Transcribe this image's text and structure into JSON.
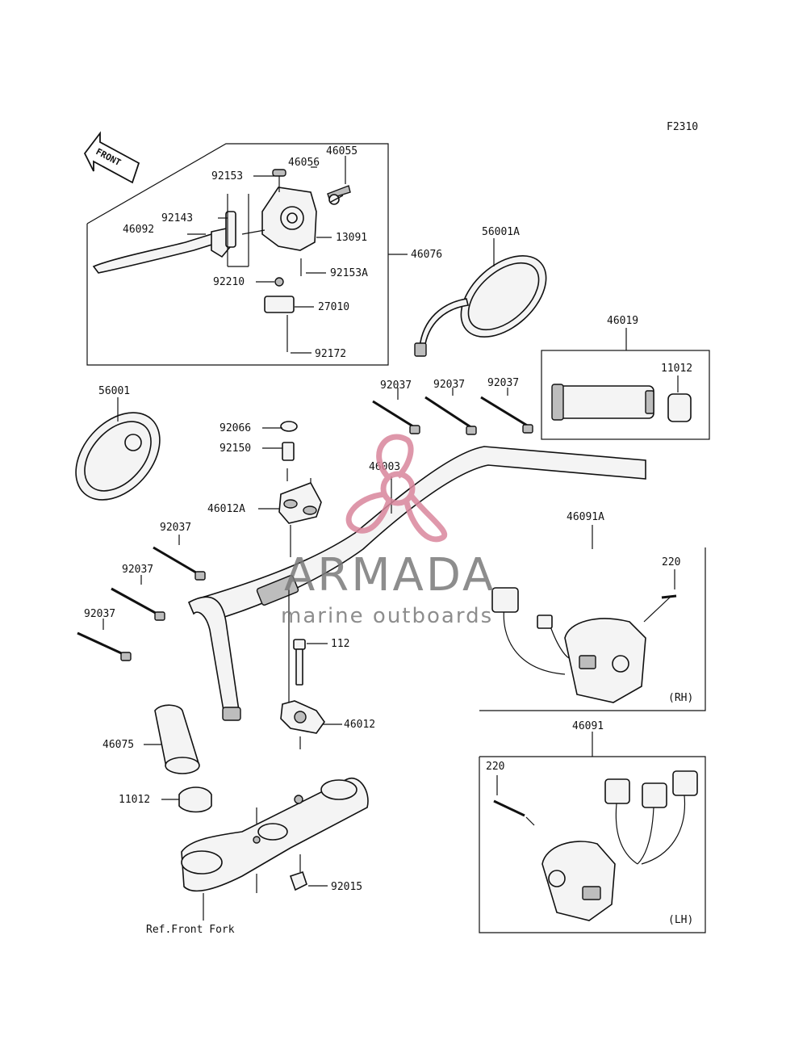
{
  "diagram": {
    "code": "F2310",
    "front_marker": "FRONT",
    "ref_note": "Ref.Front Fork",
    "side_rh": "(RH)",
    "side_lh": "(LH)"
  },
  "labels": {
    "p46055": "46055",
    "p46056": "46056",
    "p92153": "92153",
    "p92143": "92143",
    "p46092": "46092",
    "p13091": "13091",
    "p46076": "46076",
    "p92153A": "92153A",
    "p92210": "92210",
    "p27010": "27010",
    "p92172": "92172",
    "p56001A": "56001A",
    "p46019": "46019",
    "p11012a": "11012",
    "p56001": "56001",
    "p92037a": "92037",
    "p92037b": "92037",
    "p92037c": "92037",
    "p92066": "92066",
    "p92150": "92150",
    "p46003": "46003",
    "p46012A": "46012A",
    "p46091A": "46091A",
    "p92037d": "92037",
    "p92037e": "92037",
    "p92037f": "92037",
    "p220a": "220",
    "p112": "112",
    "p46012": "46012",
    "p46075": "46075",
    "p46091": "46091",
    "p220b": "220",
    "p11012b": "11012",
    "p92015": "92015"
  },
  "watermark": {
    "brand": "ARMADA",
    "tagline": "marine outboards",
    "logo_color": "#d9869c"
  }
}
